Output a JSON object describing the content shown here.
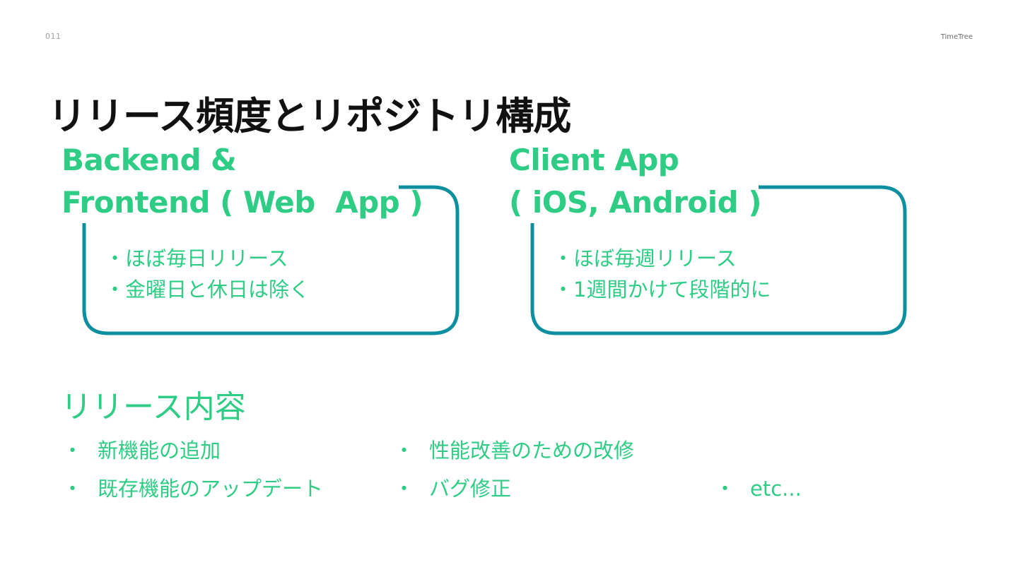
{
  "slide": {
    "page_number": "011",
    "brand": "TimeTree",
    "title": "リリース頻度とリポジトリ構成"
  },
  "backend_box": {
    "heading_line1": "Backend &",
    "heading_line2": "Frontend ( Web  App )",
    "items": [
      "ほぼ毎日リリース",
      "金曜日と休日は除く"
    ]
  },
  "client_box": {
    "heading_line1": "Client App",
    "heading_line2": "( iOS, Android )",
    "items": [
      "ほぼ毎週リリース",
      "1週間かけて段階的に"
    ]
  },
  "release_contents": {
    "title": "リリース内容",
    "bullet": "・",
    "items": [
      "新機能の追加",
      "既存機能のアップデート",
      "性能改善のための改修",
      "バグ修正",
      "etc..."
    ]
  },
  "colors": {
    "accent_green": "#2ecc84",
    "frame_teal": "#0e8fa0",
    "title_black": "#111111"
  }
}
